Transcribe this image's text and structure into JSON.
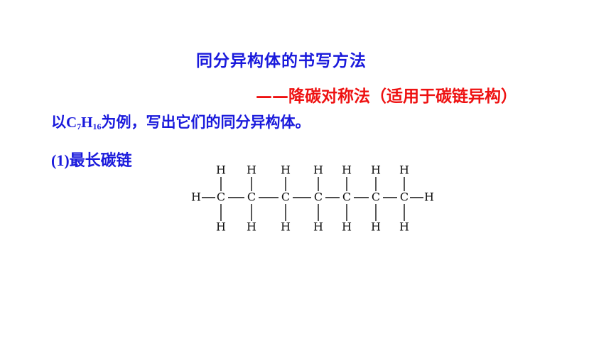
{
  "title": "同分异构体的书写方法",
  "subtitle": "——降碳对称法（适用于碳链异构）",
  "intro": {
    "prefix": "以",
    "formula_c": "C",
    "formula_c_sub": "7",
    "formula_h": "H",
    "formula_h_sub": "16",
    "suffix": "为例，写出它们的同分异构体。"
  },
  "section": {
    "number": "(1)",
    "label": "最长碳链"
  },
  "molecule": {
    "carbon_symbol": "C",
    "hydrogen_symbol": "H",
    "carbon_count": 7
  }
}
